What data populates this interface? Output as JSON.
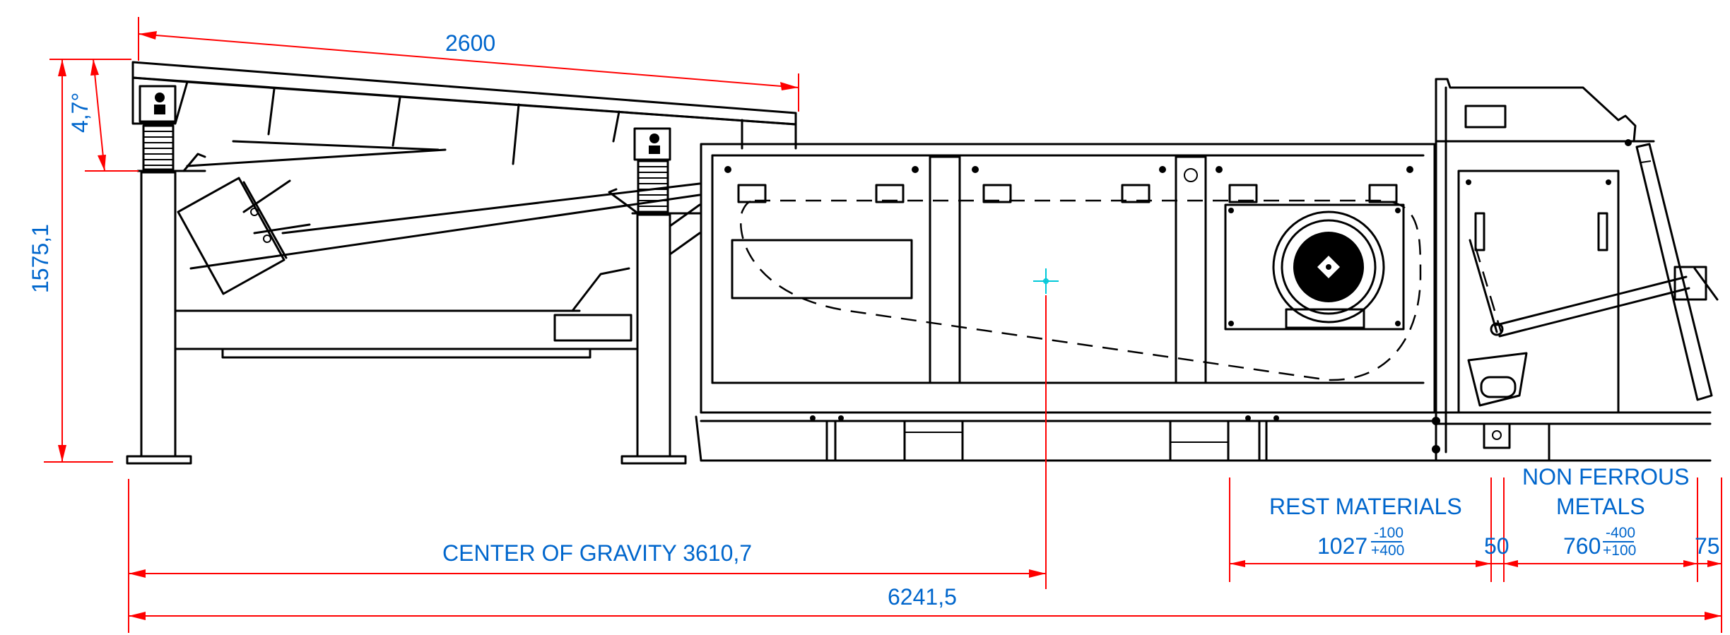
{
  "colors": {
    "outline": "#000000",
    "dimension_lines": "#ff0000",
    "dimension_text": "#0066cc",
    "gravity_marker": "#00c8d8",
    "background": "#ffffff"
  },
  "dimensions": {
    "screen_length": "2600",
    "screen_angle": "4,7°",
    "total_height": "1575,1",
    "center_of_gravity": "CENTER OF GRAVITY 3610,7",
    "total_length": "6241,5",
    "rest_materials_label": "REST MATERIALS",
    "rest_materials_value": "1027",
    "rest_materials_tol_upper": "-100",
    "rest_materials_tol_lower": "+400",
    "gap": "50",
    "non_ferrous_label_line1": "NON FERROUS",
    "non_ferrous_label_line2": "METALS",
    "non_ferrous_value": "760",
    "non_ferrous_tol_upper": "-400",
    "non_ferrous_tol_lower": "+100",
    "end_offset": "75"
  }
}
